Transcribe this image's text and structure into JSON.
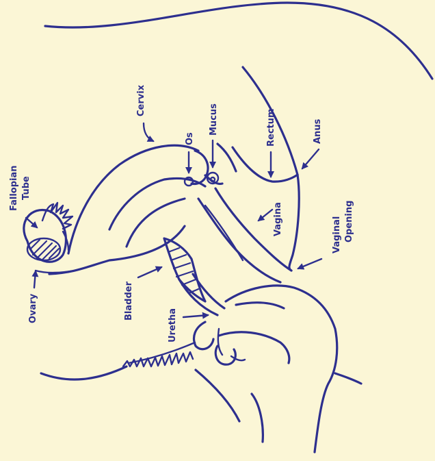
{
  "colors": {
    "background": "#fbf6d6",
    "ink": "#2d2f8e"
  },
  "labels": {
    "fallopian_tube_line1": "Fallopian",
    "fallopian_tube_line2": "Tube",
    "ovary": "Ovary",
    "cervix": "Cervix",
    "os": "Os",
    "mucus": "Mucus",
    "rectum": "Rectum",
    "anus": "Anus",
    "vagina": "Vagina",
    "vaginal_opening_line1": "Vaginal",
    "vaginal_opening_line2": "Opening",
    "bladder": "Bladder",
    "uretha": "Uretha"
  }
}
